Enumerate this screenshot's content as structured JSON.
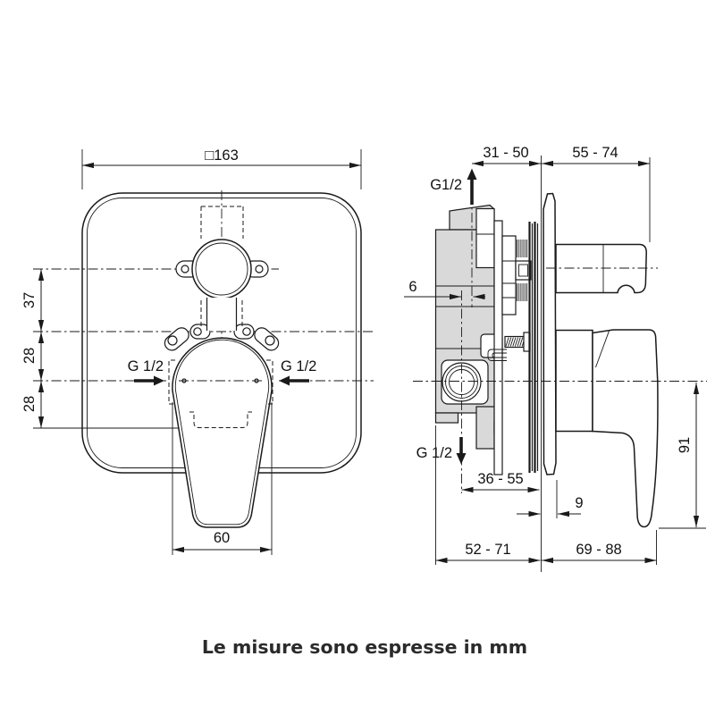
{
  "caption": "Le misure sono espresse in mm",
  "front": {
    "plate_size": "□163",
    "offset_top": "37",
    "offset_mid": "28",
    "offset_bottom": "28",
    "inlet_left": "G 1/2",
    "inlet_right": "G 1/2",
    "handle_width": "60"
  },
  "side": {
    "depth_behind_wall": "31 - 50",
    "depth_in_front": "55 - 74",
    "outlet_top": "G1/2",
    "axis_offset": "6",
    "outlet_bottom": "G 1/2",
    "outlet_depth_range": "36 - 55",
    "plate_clearance": "9",
    "body_depth_range": "52 - 71",
    "front_depth_range": "69 - 88",
    "handle_height": "91"
  },
  "colors": {
    "line": "#1a1a1a",
    "body_fill": "#d9d9d9",
    "background": "#ffffff"
  }
}
